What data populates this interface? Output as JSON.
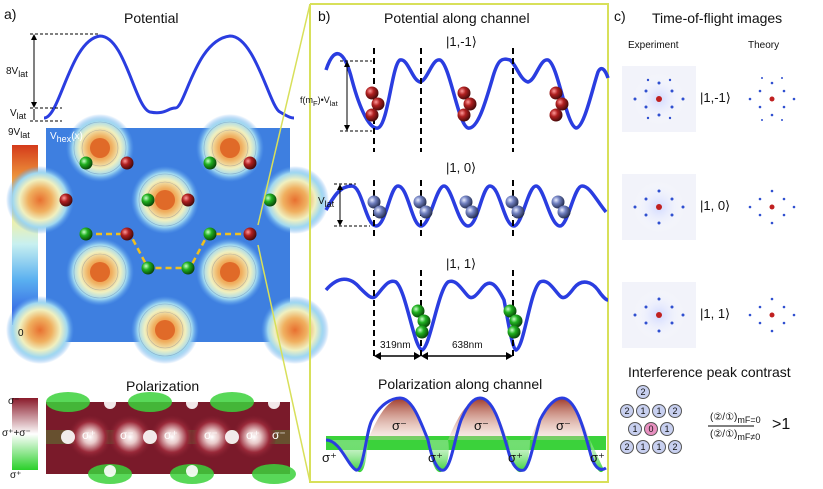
{
  "panel_a": {
    "letter": "a)",
    "potential_title": "Potential",
    "label_8vlat": "8V",
    "label_8vlat_sub": "lat",
    "label_vlat": "V",
    "label_vlat_sub": "lat",
    "colorbar_top": "9V",
    "colorbar_top_sub": "lat",
    "colorbar_bottom": "0",
    "map_label": "V",
    "map_label_sub": "hex",
    "map_label_arg": "(x)",
    "polarization_title": "Polarization",
    "pol_top": "σ⁻",
    "pol_mid": "σ⁺+σ⁻",
    "pol_bottom": "σ⁺",
    "pol_map_labels": [
      "σ⁺",
      "σ⁻",
      "σ⁺",
      "σ⁻",
      "σ⁺",
      "σ⁻"
    ]
  },
  "panel_b": {
    "letter": "b)",
    "title": "Potential along channel",
    "state_1": "|1,-1⟩",
    "state_2": "|1, 0⟩",
    "state_3": "|1, 1⟩",
    "depth_label": "f(m",
    "depth_label_sub": "F",
    "depth_label_tail": ")•V",
    "depth_label_sub2": "lat",
    "vlat_label": "V",
    "vlat_label_sub": "lat",
    "dist_1": "319nm",
    "dist_2": "638nm",
    "pol_title": "Polarization along channel",
    "pol_labels": [
      "σ⁺",
      "σ⁻",
      "σ⁺",
      "σ⁻",
      "σ⁺",
      "σ⁻",
      "σ⁺"
    ]
  },
  "panel_c": {
    "letter": "c)",
    "title": "Time-of-flight images",
    "col_experiment": "Experiment",
    "col_theory": "Theory",
    "row_states": [
      "|1,-1⟩",
      "|1, 0⟩",
      "|1, 1⟩"
    ],
    "contrast_title": "Interference peak contrast",
    "peak_labels": [
      "2",
      "2",
      "1",
      "1",
      "2",
      "1",
      "0",
      "1",
      "2",
      "1",
      "1",
      "2"
    ],
    "ratio_num": "(②/①)",
    "ratio_num_sub": "mF=0",
    "ratio_den": "(②/①)",
    "ratio_den_sub": "mF≠0",
    "ratio_cmp": ">1"
  },
  "colors": {
    "curve": "#2a3de0",
    "panel_border": "#d8e05a",
    "red_atom": "#a01c1c",
    "green_atom": "#1aa81a",
    "blue_atom": "#6070b0",
    "pol_red": "#9a2a2a",
    "pol_green": "#3bd23b"
  }
}
